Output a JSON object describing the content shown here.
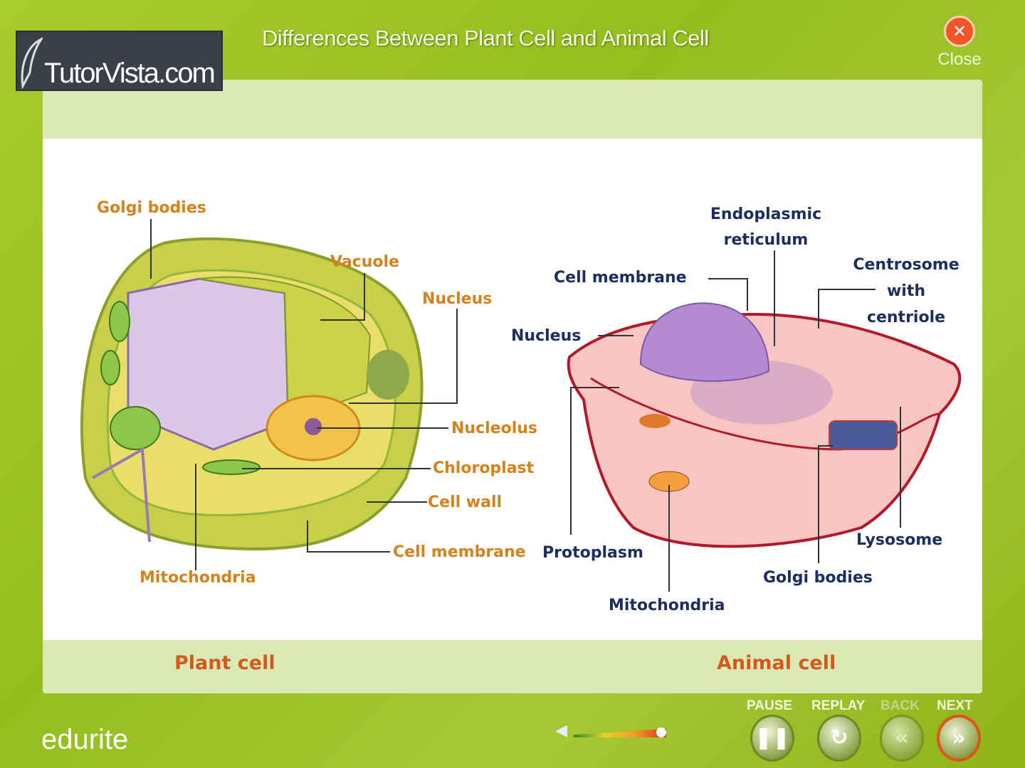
{
  "header": {
    "logo_text": "TutorVista.com",
    "title": "Differences Between Plant Cell and Animal Cell",
    "close_label": "Close"
  },
  "plant": {
    "caption": "Plant cell",
    "labels": {
      "golgi": "Golgi bodies",
      "vacuole": "Vacuole",
      "nucleus": "Nucleus",
      "nucleolus": "Nucleolus",
      "chloroplast": "Chloroplast",
      "cell_wall": "Cell wall",
      "cell_membrane": "Cell membrane",
      "mitochondria": "Mitochondria"
    }
  },
  "animal": {
    "caption": "Animal cell",
    "labels": {
      "er": "Endoplasmic reticulum",
      "cell_membrane": "Cell membrane",
      "centrosome": "Centrosome with centriole",
      "nucleus": "Nucleus",
      "protoplasm": "Protoplasm",
      "lysosome": "Lysosome",
      "golgi": "Golgi bodies",
      "mitochondria": "Mitochondria"
    }
  },
  "controls": {
    "pause": "PAUSE",
    "replay": "REPLAY",
    "back": "BACK",
    "next": "NEXT",
    "volume_level": 0.85
  },
  "footer": {
    "brand": "edurite"
  },
  "colors": {
    "plant_label": "#d4821c",
    "animal_label": "#1c2f5c",
    "caption": "#d25a1c",
    "next_ring": "#e0541a"
  }
}
